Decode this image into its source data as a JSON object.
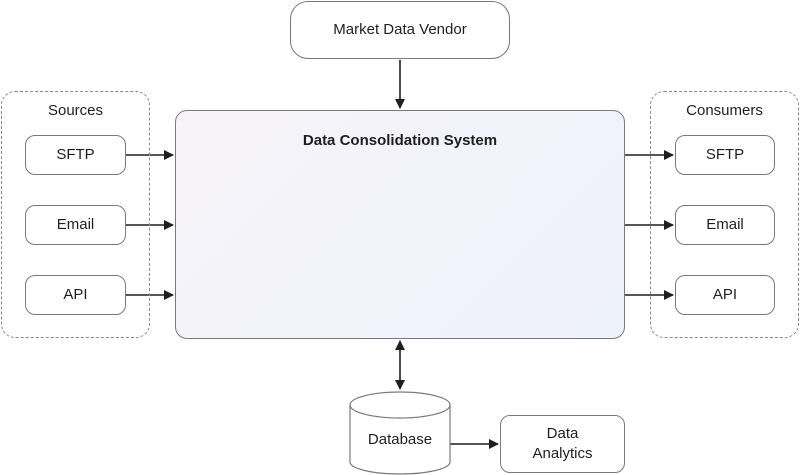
{
  "vendor": {
    "label": "Market Data Vendor"
  },
  "sources": {
    "title": "Sources",
    "items": [
      {
        "label": "SFTP"
      },
      {
        "label": "Email"
      },
      {
        "label": "API"
      }
    ]
  },
  "system": {
    "title": "Data Consolidation System",
    "icon": "gears-icon"
  },
  "consumers": {
    "title": "Consumers",
    "items": [
      {
        "label": "SFTP"
      },
      {
        "label": "Email"
      },
      {
        "label": "API"
      }
    ]
  },
  "database": {
    "label": "Database"
  },
  "analytics": {
    "label": "Data Analytics"
  },
  "colors": {
    "stroke": "#1f1f1f",
    "border": "#7a7a7a"
  }
}
